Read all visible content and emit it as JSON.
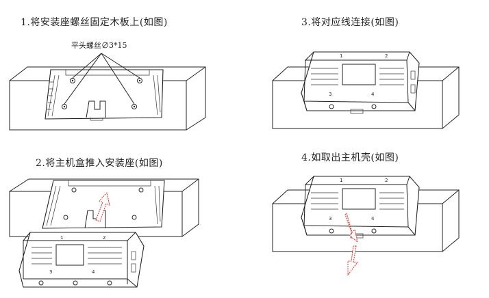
{
  "steps": [
    {
      "title": "1.将安装座螺丝固定木板上(如图)"
    },
    {
      "title": "2.将主机盒推入安装座(如图)"
    },
    {
      "title": "3.将对应线连接(如图)"
    },
    {
      "title": "4.如取出主机壳(如图)"
    }
  ],
  "annotation": {
    "screw": "平头螺丝∅3*15"
  },
  "device_corner_labels": [
    "1",
    "2",
    "3",
    "4"
  ],
  "colors": {
    "line": "#222222",
    "arrow": "#e0302a"
  }
}
